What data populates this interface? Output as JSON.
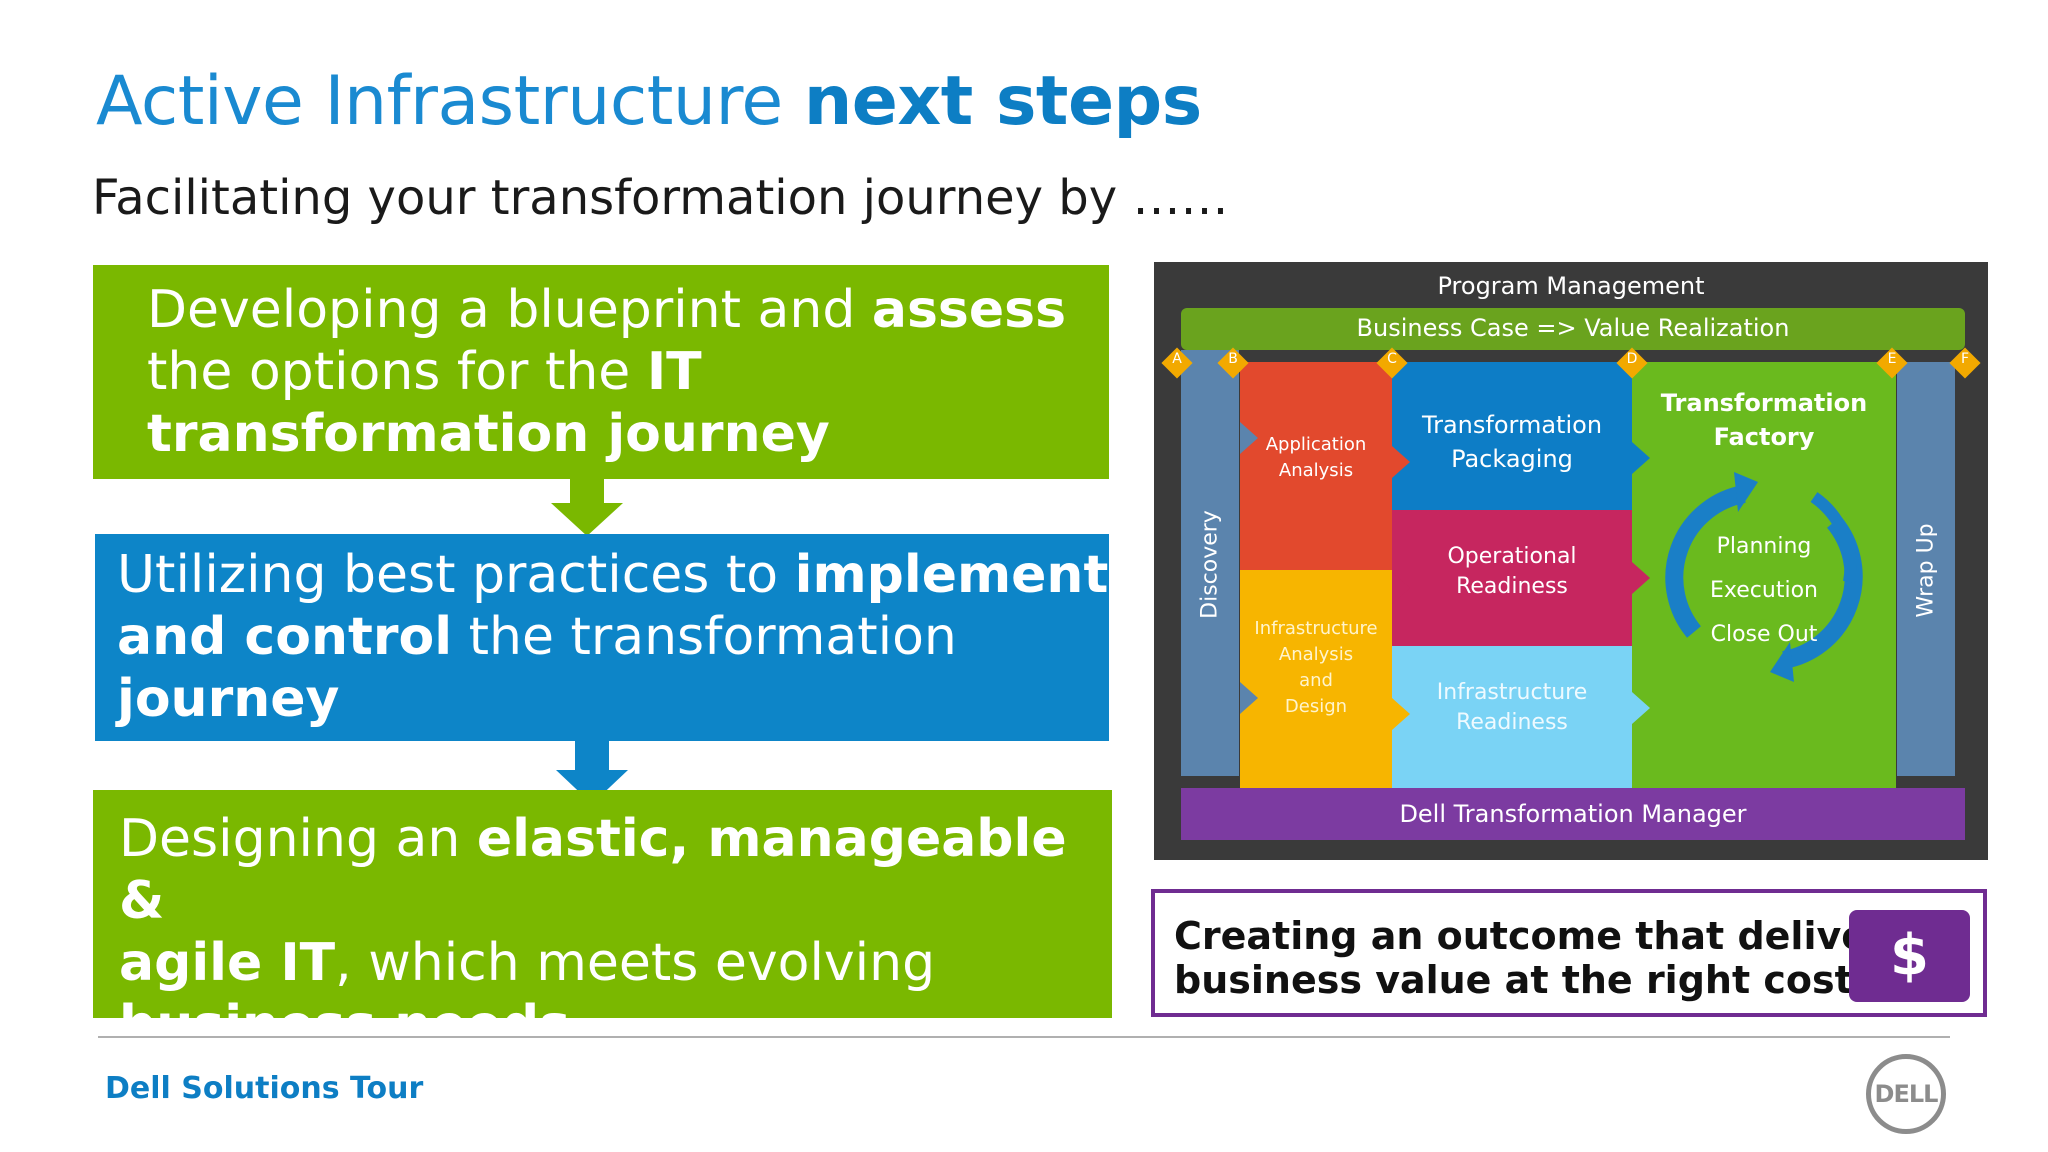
{
  "title": {
    "regular": "Active Infrastructure",
    "bold": "next steps"
  },
  "subtitle": "Facilitating your transformation journey by ……",
  "steps": [
    {
      "line1_regular": "Developing a blueprint and ",
      "line1_bold": "assess",
      "line2_regular": "the options for the ",
      "line2_bold": "IT",
      "line3_bold": "transformation journey"
    },
    {
      "line1_regular": "Utilizing best practices to ",
      "line1_bold": "implement",
      "line2_bold": "and control",
      "line2_regular": " the transformation",
      "line3_bold": "journey"
    },
    {
      "line1_regular": "Designing an ",
      "line1_bold": "elastic, manageable  &",
      "line2_bold": "agile IT",
      "line2_regular": ", which meets evolving",
      "line3_bold": "business needs"
    }
  ],
  "diagram": {
    "program_management": "Program Management",
    "business_case": "Business Case => Value Realization",
    "discovery": "Discovery",
    "wrap_up": "Wrap Up",
    "application_analysis": "Application\nAnalysis",
    "infrastructure_analysis": "Infrastructure\nAnalysis\nand\nDesign",
    "transformation_packaging": "Transformation\nPackaging",
    "operational_readiness": "Operational\nReadiness",
    "infrastructure_readiness": "Infrastructure\nReadiness",
    "transformation_factory": "Transformation\nFactory",
    "cycle": [
      "Planning",
      "Execution",
      "Close Out"
    ],
    "manager": "Dell Transformation Manager",
    "milestones": [
      "A",
      "B",
      "C",
      "D",
      "E",
      "F"
    ]
  },
  "callout": {
    "line1": "Creating  an outcome  that delivers",
    "line2": "business value at the right cost",
    "icon": "$"
  },
  "footer": "Dell Solutions Tour",
  "logo": "DELL",
  "colors": {
    "green": "#7ab800",
    "blue": "#0d85c8",
    "purple": "#6f2c91",
    "title_blue": "#1a8ad1"
  }
}
